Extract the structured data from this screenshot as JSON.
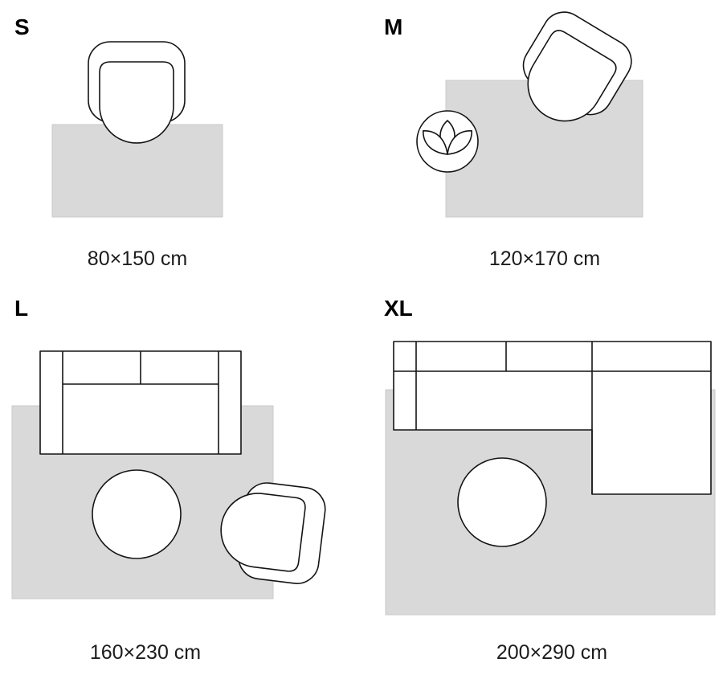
{
  "colors": {
    "rug_fill": "#d9d9d9",
    "rug_border": "#c9c9c9",
    "furniture_outline": "#141414",
    "furniture_fill": "#ffffff",
    "label_color": "#000000"
  },
  "panels": [
    {
      "id": "S",
      "letter": "S",
      "size_label": "80×150 cm",
      "furniture": [
        "armchair"
      ]
    },
    {
      "id": "M",
      "letter": "M",
      "size_label": "120×170 cm",
      "furniture": [
        "armchair",
        "potted-plant"
      ]
    },
    {
      "id": "L",
      "letter": "L",
      "size_label": "160×230 cm",
      "furniture": [
        "two-seat-sofa",
        "round-pouf",
        "armchair"
      ]
    },
    {
      "id": "XL",
      "letter": "XL",
      "size_label": "200×290 cm",
      "furniture": [
        "sectional-sofa",
        "round-pouf"
      ]
    }
  ]
}
